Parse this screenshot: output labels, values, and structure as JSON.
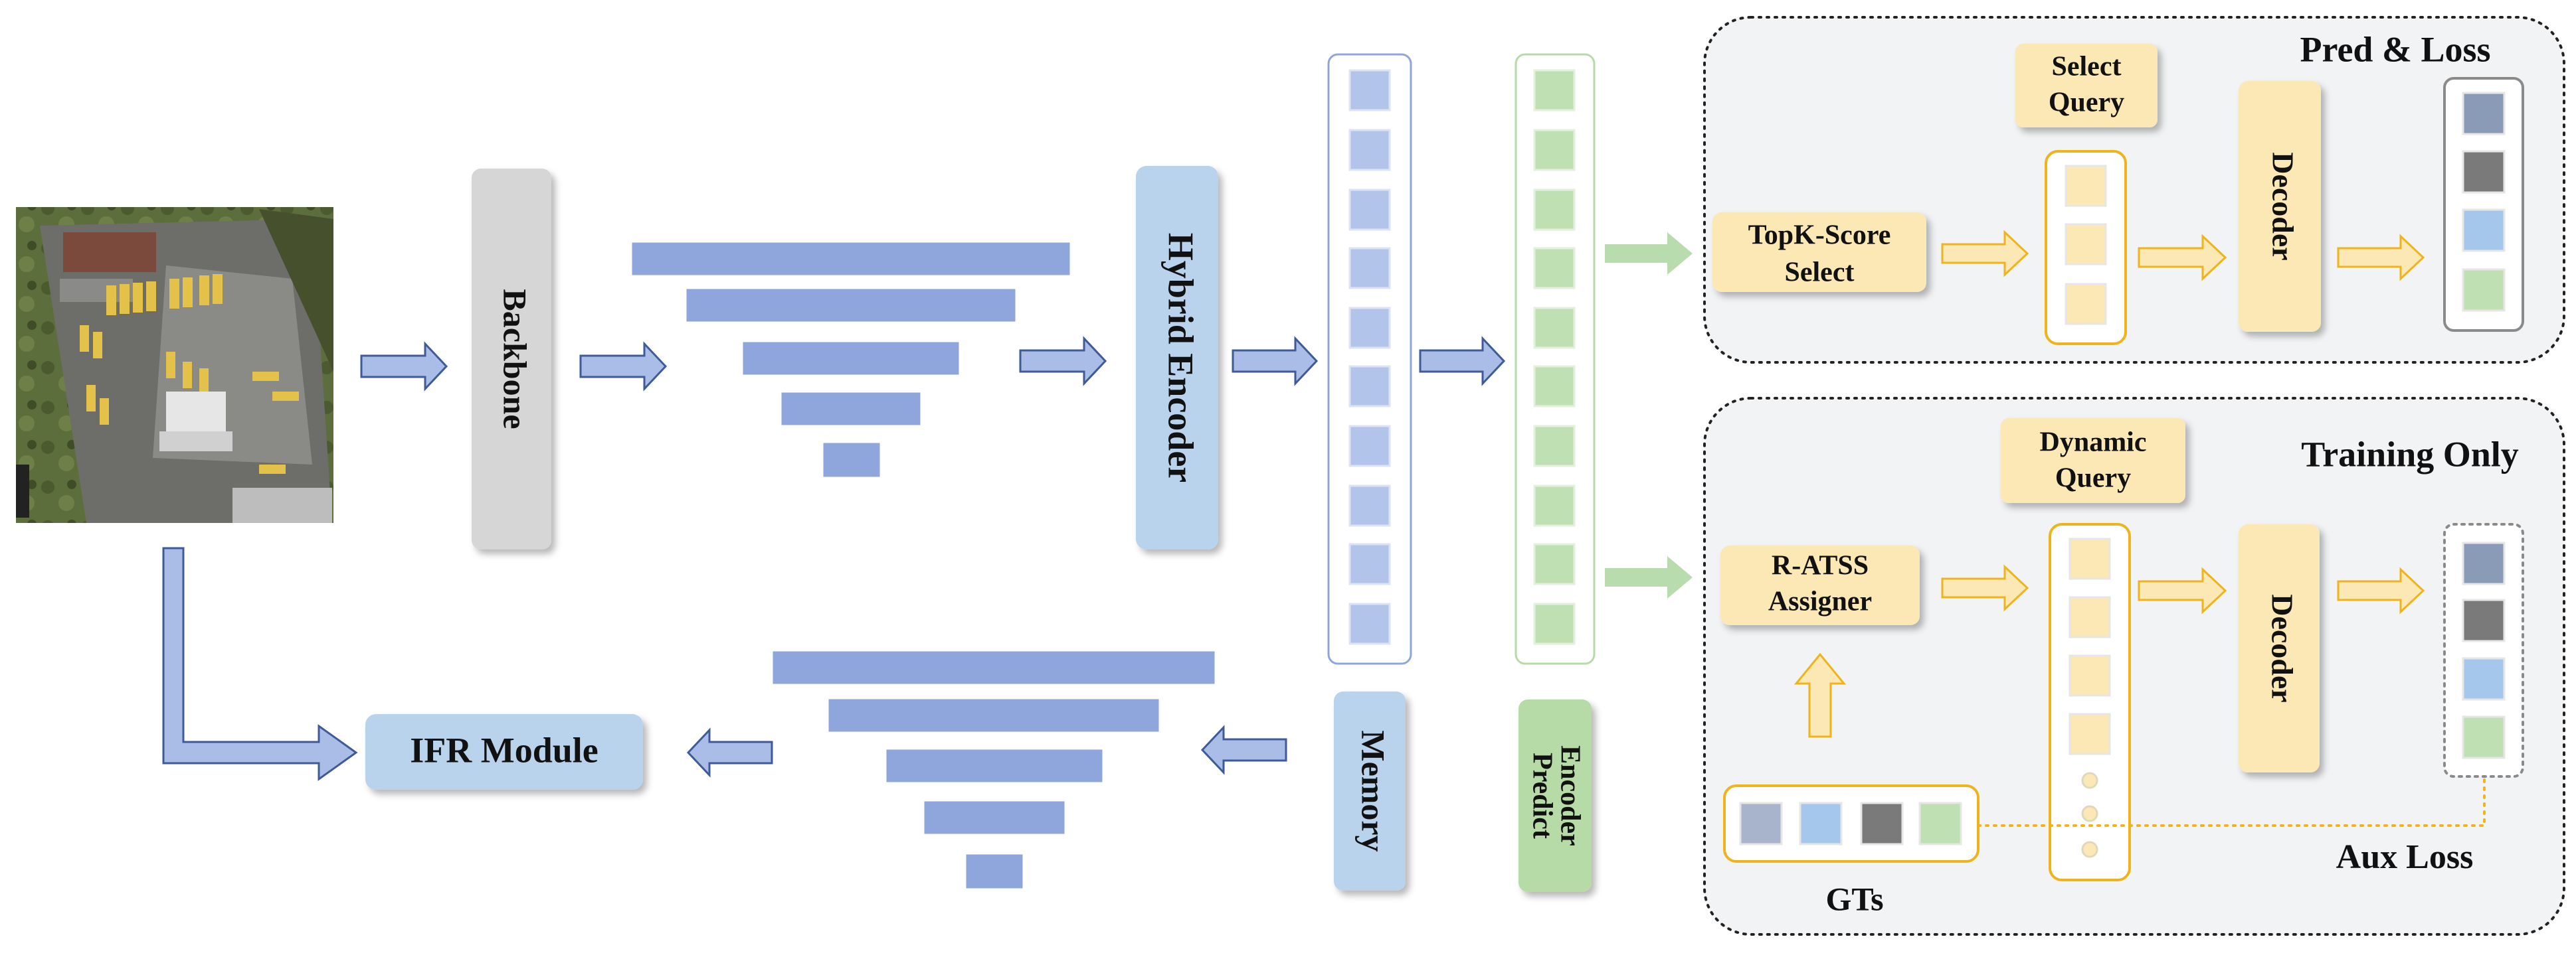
{
  "labels": {
    "backbone": "Backbone",
    "hybrid_encoder": "Hybrid Encoder",
    "memory": "Memory",
    "encoder_predict_line1": "Encoder",
    "encoder_predict_line2": "Predict",
    "ifr_module": "IFR Module",
    "topk_line1": "TopK-Score",
    "topk_line2": "Select",
    "select_query_line1": "Select",
    "select_query_line2": "Query",
    "decoder_top": "Decoder",
    "decoder_bottom": "Decoder",
    "pred_loss": "Pred & Loss",
    "training_only": "Training Only",
    "dynamic_query_line1": "Dynamic",
    "dynamic_query_line2": "Query",
    "ratss_line1": "R-ATSS",
    "ratss_line2": "Assigner",
    "gts": "GTs",
    "aux_loss": "Aux Loss"
  },
  "colors": {
    "blue_bar": "#8fa6dc",
    "blue_arrow_fill": "#a9bde6",
    "blue_arrow_stroke": "#3f5a99",
    "green_arrow": "#b9dcae",
    "yellow_box": "#fbe8b4",
    "yellow_stroke": "#efb31b",
    "encoder_box": "#b9d3ec",
    "backbone_box": "#d6d6d6",
    "green_box": "#b6dba6",
    "panel_bg": "#f2f3f5",
    "query_dark_blue": "#8a9bb8",
    "query_gray": "#7a7a7a",
    "query_light_blue": "#a6c7ec",
    "query_green": "#bfe0b3",
    "gt_slate": "#a8b4cc"
  },
  "icons": {
    "aerial_image": "aerial-photo-icon"
  }
}
